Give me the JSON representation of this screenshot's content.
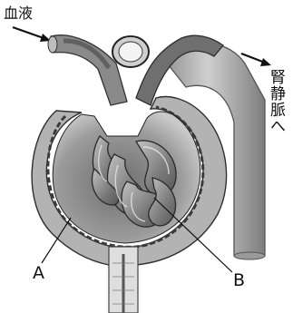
{
  "labels": {
    "blood": "血液",
    "renal_vein": "腎静脈へ",
    "a": "A",
    "b": "B"
  },
  "colors": {
    "capsule": "#9a9a9a",
    "capsule_dark": "#3b3b3b",
    "glomerulus": "#8c8c8c",
    "vessel": "#7a7a7a",
    "vein": "#a6a6a6",
    "tubule": "#d0d0d0"
  }
}
